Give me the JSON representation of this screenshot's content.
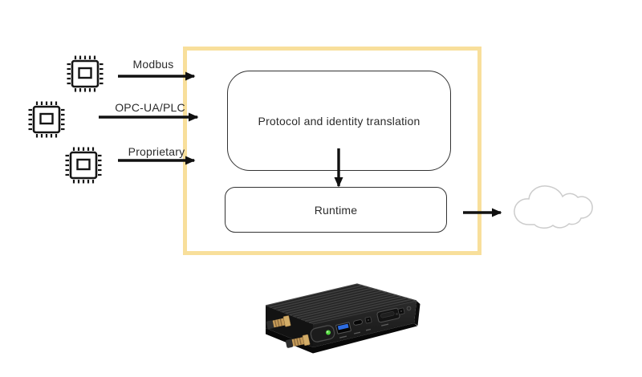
{
  "diagram": {
    "inputs": [
      {
        "label": "Modbus"
      },
      {
        "label": "OPC-UA/PLC"
      },
      {
        "label": "Proprietary"
      }
    ],
    "gateway": {
      "translation_label": "Protocol and identity translation",
      "runtime_label": "Runtime"
    },
    "icons": {
      "source_devices": "chip-icon",
      "destination": "cloud-icon",
      "hardware": "iot-gateway-device-image"
    },
    "colors": {
      "gateway_border": "#f8df9b",
      "box_stroke": "#333333",
      "arrow": "#111111",
      "text": "#2b2b2b",
      "cloud_stroke": "#cccccc",
      "led_green": "#52d83e",
      "antenna_brass": "#c49a58",
      "usb_blue": "#2e6ce0"
    }
  }
}
